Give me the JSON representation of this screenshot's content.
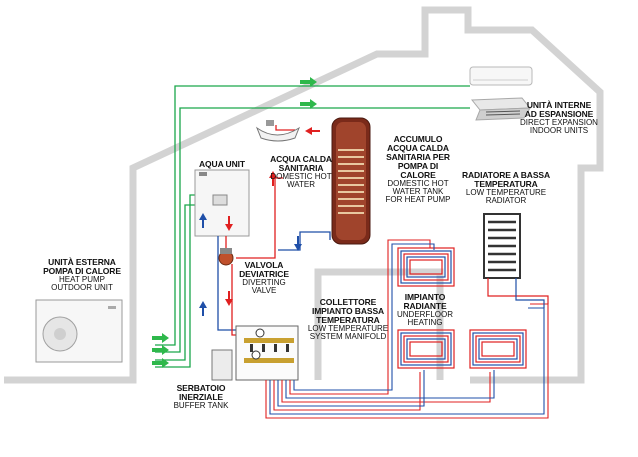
{
  "labels": {
    "aqua_unit": "AQUA UNIT",
    "indoor_it": "UNITÀ INTERNE\nAD ESPANSIONE",
    "indoor_en": "DIRECT EXPANSION\nINDOOR UNITS",
    "tank_it": "ACCUMULO\nACQUA CALDA\nSANITARIA PER\nPOMPA DI\nCALORE",
    "tank_en": "DOMESTIC HOT\nWATER TANK\nFOR HEAT PUMP",
    "dhw_it": "ACQUA CALDA\nSANITARIA",
    "dhw_en": "DOMESTIC HOT\nWATER",
    "radiator_it": "RADIATORE A BASSA\nTEMPERATURA",
    "radiator_en": "LOW TEMPERATURE\nRADIATOR",
    "outdoor_it": "UNITÀ ESTERNA\nPOMPA DI CALORE",
    "outdoor_en": "HEAT PUMP\nOUTDOOR UNIT",
    "valve_it": "VALVOLA\nDEVIATRICE",
    "valve_en": "DIVERTING\nVALVE",
    "manifold_it": "COLLETTORE\nIMPIANTO BASSA\nTEMPERATURA",
    "manifold_en": "LOW TEMPERATURE\nSYSTEM MANIFOLD",
    "floor_it": "IMPIANTO\nRADIANTE",
    "floor_en": "UNDERFLOOR\nHEATING",
    "buffer_it": "SERBATOIO\nINERZIALE",
    "buffer_en": "BUFFER TANK"
  },
  "colors": {
    "house": "#d3d3d3",
    "refrigerant": "#1aa64a",
    "hot": "#e02020",
    "cold": "#1f4fa8",
    "arrow_green": "#2eb84b"
  }
}
